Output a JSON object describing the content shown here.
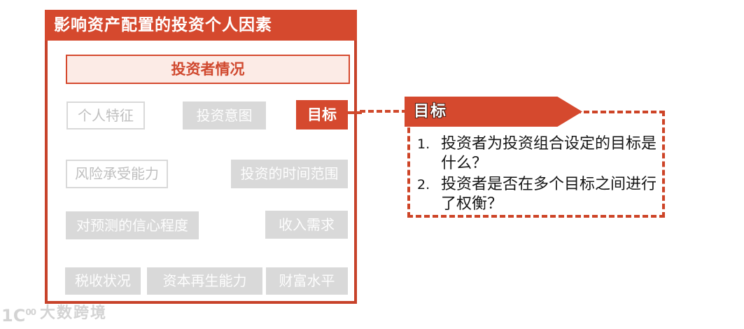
{
  "colors": {
    "accent": "#d5492e",
    "accent_border": "#c7422a",
    "dashed_line": "#cd4427",
    "header_bg": "#fcebe6",
    "gray_fill": "#d9d9d9",
    "gray_text": "#bfbfbf"
  },
  "panel": {
    "title": "影响资产配置的投资个人因素",
    "header": "投资者情况",
    "boxes": [
      {
        "label": "个人特征",
        "style": "outlined"
      },
      {
        "label": "投资意图",
        "style": "filled"
      },
      {
        "label": "目标",
        "style": "accent"
      },
      {
        "label": "风险承受能力",
        "style": "outlined"
      },
      {
        "label": "投资的时间范围",
        "style": "filled"
      },
      {
        "label": "对预测的信心程度",
        "style": "filled"
      },
      {
        "label": "收入需求",
        "style": "filled"
      },
      {
        "label": "税收状况",
        "style": "filled"
      },
      {
        "label": "资本再生能力",
        "style": "filled"
      },
      {
        "label": "财富水平",
        "style": "filled"
      }
    ]
  },
  "callout": {
    "banner": "目标",
    "items": [
      {
        "num": "1.",
        "text": "投资者为投资组合设定的目标是什么？"
      },
      {
        "num": "2.",
        "text": "投资者是否在多个目标之间进行了权衡？"
      }
    ]
  },
  "watermark": {
    "logo_main": "1C",
    "logo_sup": "00",
    "text": "大数跨境"
  }
}
